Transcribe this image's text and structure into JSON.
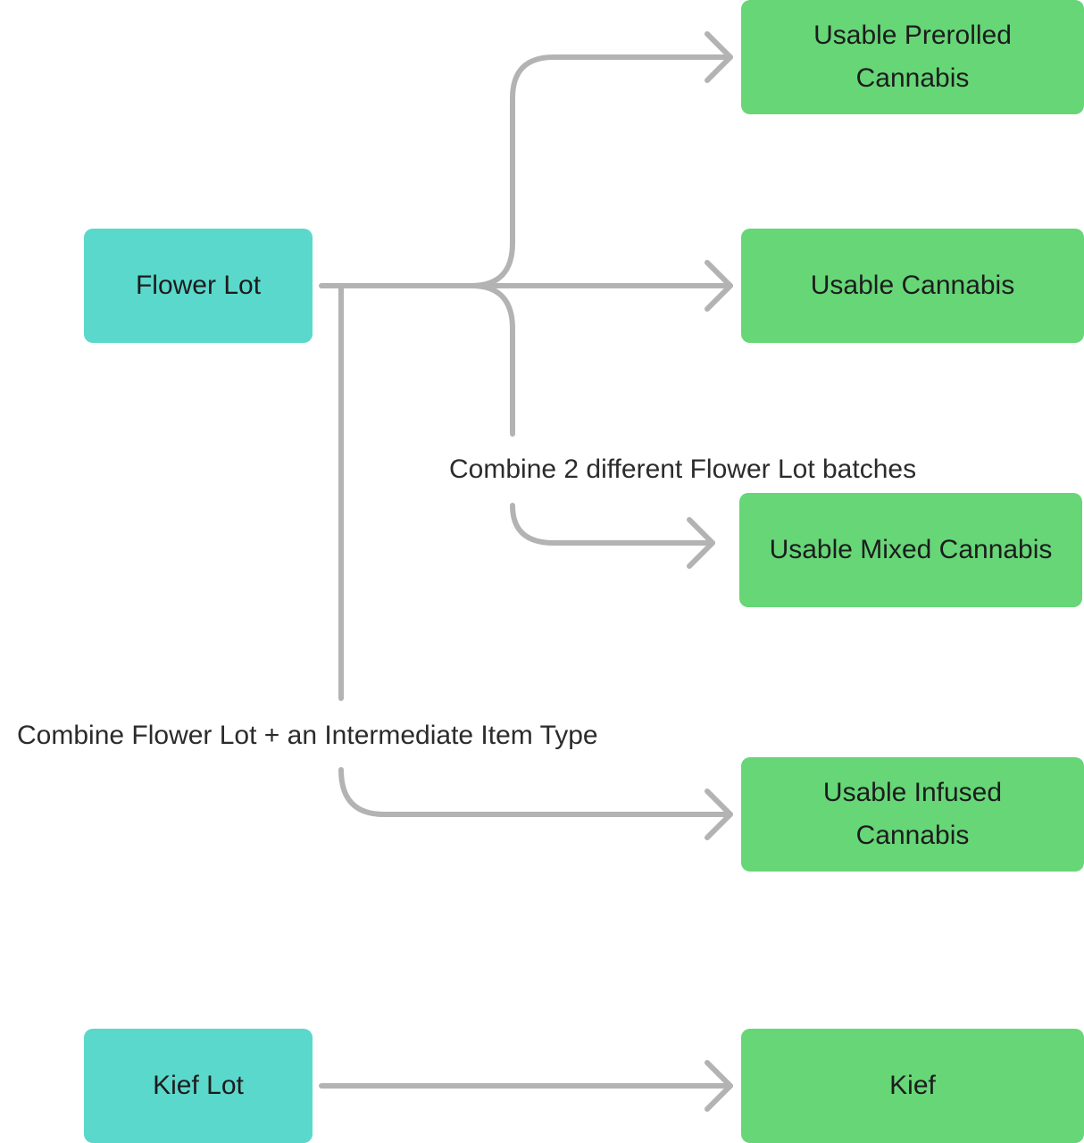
{
  "colors": {
    "source": "#5ad8cb",
    "product": "#66d677",
    "connector": "#b3b3b3"
  },
  "nodes": {
    "flower_lot": "Flower Lot",
    "kief_lot": "Kief Lot",
    "usable_prerolled": "Usable Prerolled Cannabis",
    "usable_cannabis": "Usable Cannabis",
    "usable_mixed": "Usable Mixed Cannabis",
    "usable_infused": "Usable Infused Cannabis",
    "kief": "Kief"
  },
  "labels": {
    "combine_batches": "Combine 2 different Flower Lot batches",
    "combine_intermediate": "Combine Flower Lot + an Intermediate Item Type"
  }
}
